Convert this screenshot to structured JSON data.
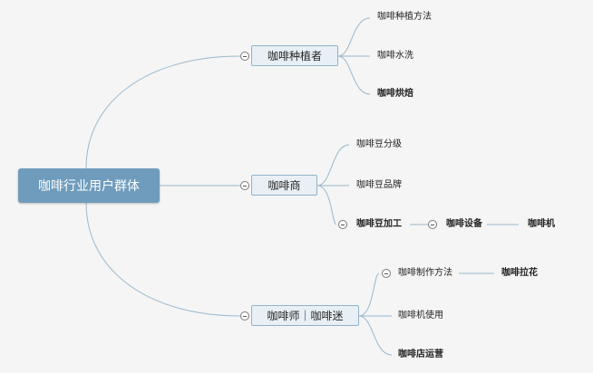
{
  "mindmap": {
    "root": "咖啡行业用户群体",
    "branches": [
      {
        "label": "咖啡种植者",
        "children": [
          "咖啡种植方法",
          "咖啡水洗",
          "咖啡烘焙"
        ]
      },
      {
        "label": "咖啡商",
        "children": [
          "咖啡豆分级",
          "咖啡豆品牌",
          "咖啡豆加工"
        ],
        "sub": {
          "label": "咖啡设备",
          "child": "咖啡机"
        }
      },
      {
        "label": "咖啡师｜咖啡迷",
        "children": [
          "咖啡制作方法",
          "咖啡机使用",
          "咖啡店运营"
        ],
        "sub_child": "咖啡拉花"
      }
    ]
  },
  "colors": {
    "background": "#f5f5f5",
    "root_fill": "#6f9cbc",
    "node_fill": "#e9f0f5",
    "node_border": "#8fb3c9",
    "connector": "#9ab8cc"
  }
}
